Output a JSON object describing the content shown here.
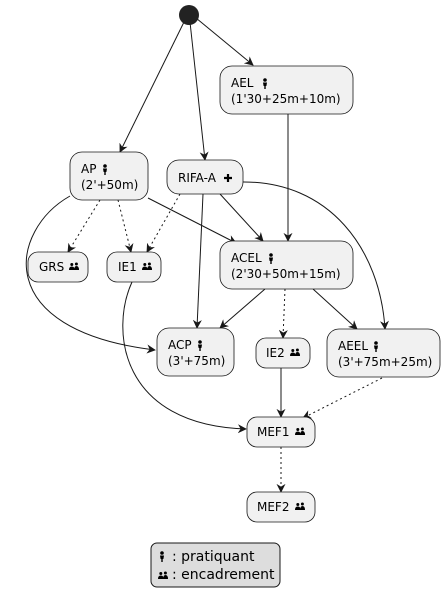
{
  "nodes": {
    "ael": {
      "line1": "AEL",
      "line2": "(1'30+25m+10m)"
    },
    "ap": {
      "line1": "AP",
      "line2": "(2'+50m)"
    },
    "rifa": {
      "line1": "RIFA-A"
    },
    "grs": {
      "line1": "GRS"
    },
    "ie1": {
      "line1": "IE1"
    },
    "acel": {
      "line1": "ACEL",
      "line2": "(2'30+50m+15m)"
    },
    "acp": {
      "line1": "ACP",
      "line2": "(3'+75m)"
    },
    "ie2": {
      "line1": "IE2"
    },
    "aeel": {
      "line1": "AEEL",
      "line2": "(3'+75m+25m)"
    },
    "mef1": {
      "line1": "MEF1"
    },
    "mef2": {
      "line1": "MEF2"
    }
  },
  "legend": {
    "pratiquant": ": pratiquant",
    "encadrement": ": encadrement"
  },
  "icons": {
    "pratiquant": "person-icon",
    "encadrement": "group-icon",
    "rifa": "plus-icon"
  },
  "colors": {
    "node_fill": "#f1f1f1",
    "node_stroke": "#181818",
    "legend_fill": "#dddddd",
    "start": "#222222"
  }
}
